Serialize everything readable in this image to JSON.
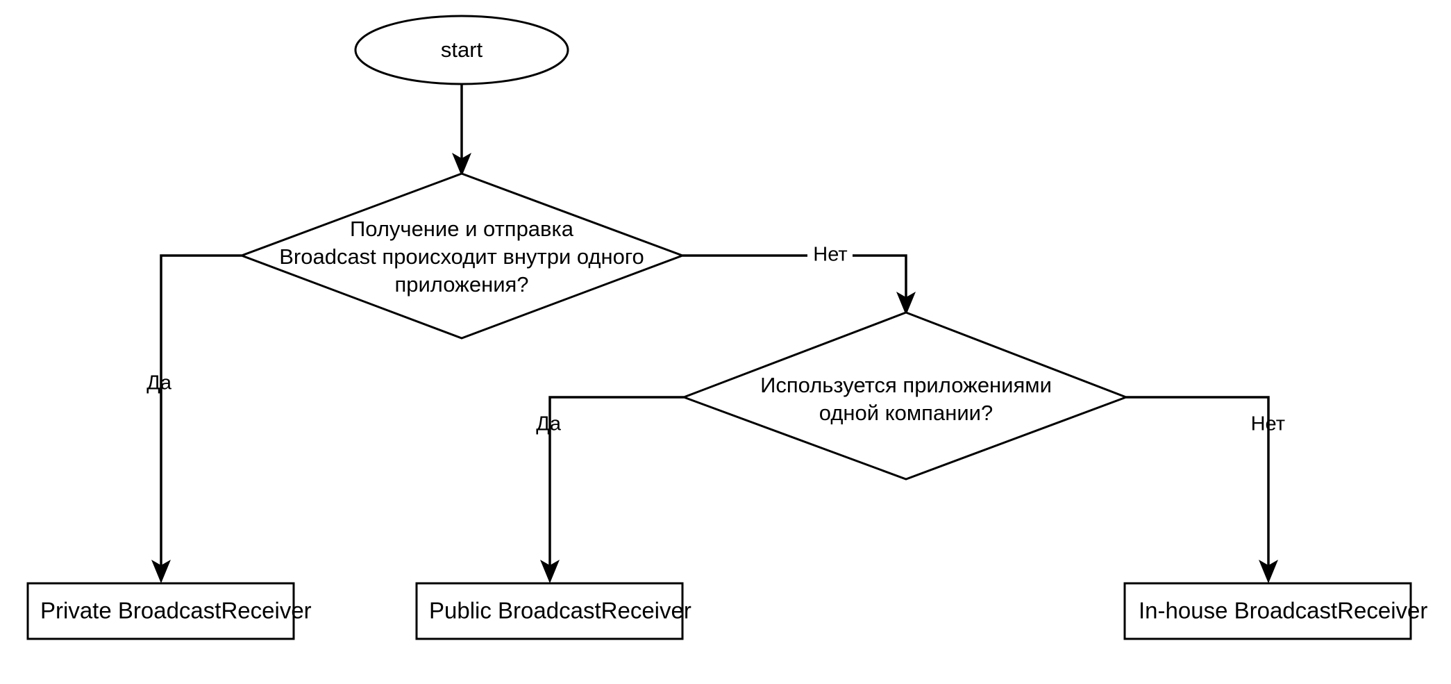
{
  "diagram": {
    "kind": "flowchart",
    "background_color": "#ffffff",
    "line_color": "#000000",
    "text_color": "#000000",
    "nodes": {
      "start": {
        "shape": "ellipse",
        "label": "start"
      },
      "decision_same_app": {
        "shape": "diamond",
        "line1": "Получение и отправка",
        "line2": "Broadcast происходит внутри одного",
        "line3": "приложения?"
      },
      "decision_same_company": {
        "shape": "diamond",
        "line1": "Используется приложениями",
        "line2": "одной компании?"
      },
      "private_receiver": {
        "shape": "rect",
        "label": "Private BroadcastReceiver"
      },
      "public_receiver": {
        "shape": "rect",
        "label": "Public BroadcastReceiver"
      },
      "inhouse_receiver": {
        "shape": "rect",
        "label": "In-house BroadcastReceiver"
      }
    },
    "edges": {
      "start_to_decision1": {
        "label": ""
      },
      "decision1_yes": {
        "label": "Да"
      },
      "decision1_no": {
        "label": "Нет"
      },
      "decision2_yes": {
        "label": "Да"
      },
      "decision2_no": {
        "label": "Нет"
      }
    }
  }
}
